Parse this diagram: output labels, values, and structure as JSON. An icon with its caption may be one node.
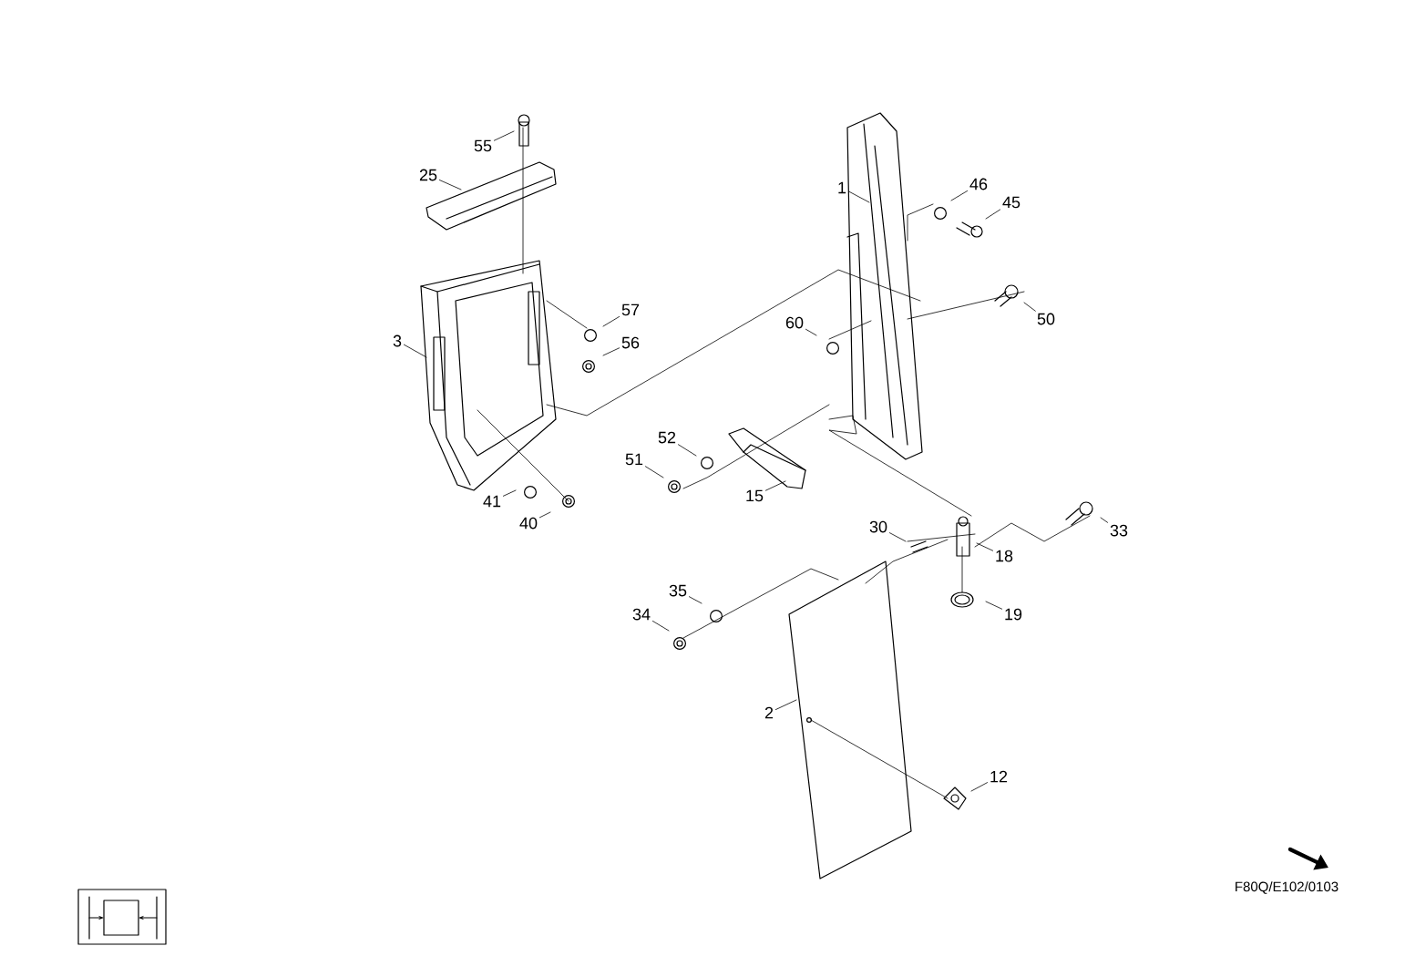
{
  "diagram": {
    "nodes": [
      {
        "text": [
          "55"
        ]
      },
      {
        "text": [
          "25"
        ]
      },
      {
        "text": [
          "46"
        ]
      },
      {
        "text": [
          "1"
        ]
      },
      {
        "text": [
          "45"
        ]
      },
      {
        "text": [
          "57"
        ]
      },
      {
        "text": [
          "50"
        ]
      },
      {
        "text": [
          "60"
        ]
      },
      {
        "text": [
          "3"
        ]
      },
      {
        "text": [
          "56"
        ]
      },
      {
        "text": [
          "52"
        ]
      },
      {
        "text": [
          "51"
        ]
      },
      {
        "text": [
          "15"
        ]
      },
      {
        "text": [
          "41"
        ]
      },
      {
        "text": [
          "40"
        ]
      },
      {
        "text": [
          "30"
        ]
      },
      {
        "text": [
          "33"
        ]
      },
      {
        "text": [
          "18"
        ]
      },
      {
        "text": [
          "35"
        ]
      },
      {
        "text": [
          "34"
        ]
      },
      {
        "text": [
          "19"
        ]
      },
      {
        "text": [
          "2"
        ]
      },
      {
        "text": [
          "12"
        ]
      }
    ],
    "edges": [
      {
        "from": 0,
        "to": null,
        "arrow": "none"
      },
      {
        "from": 1,
        "to": null,
        "arrow": "none"
      },
      {
        "from": 2,
        "to": null,
        "arrow": "none"
      },
      {
        "from": 3,
        "to": null,
        "arrow": "none"
      },
      {
        "from": 4,
        "to": null,
        "arrow": "none"
      },
      {
        "from": 5,
        "to": null,
        "arrow": "none"
      },
      {
        "from": 6,
        "to": null,
        "arrow": "none"
      },
      {
        "from": 7,
        "to": null,
        "arrow": "none"
      },
      {
        "from": 8,
        "to": null,
        "arrow": "none"
      },
      {
        "from": 9,
        "to": null,
        "arrow": "none"
      },
      {
        "from": 10,
        "to": null,
        "arrow": "none"
      },
      {
        "from": 11,
        "to": null,
        "arrow": "none"
      },
      {
        "from": 12,
        "to": null,
        "arrow": "none"
      },
      {
        "from": 13,
        "to": null,
        "arrow": "none"
      },
      {
        "from": 14,
        "to": null,
        "arrow": "none"
      },
      {
        "from": 15,
        "to": null,
        "arrow": "none"
      },
      {
        "from": 16,
        "to": null,
        "arrow": "none"
      },
      {
        "from": 17,
        "to": null,
        "arrow": "none"
      },
      {
        "from": 18,
        "to": null,
        "arrow": "none"
      },
      {
        "from": 19,
        "to": null,
        "arrow": "none"
      },
      {
        "from": 20,
        "to": null,
        "arrow": "none"
      },
      {
        "from": 21,
        "to": null,
        "arrow": "none"
      },
      {
        "from": 22,
        "to": null,
        "arrow": "none"
      }
    ],
    "labels": [
      "F80Q/E102/0103"
    ]
  }
}
